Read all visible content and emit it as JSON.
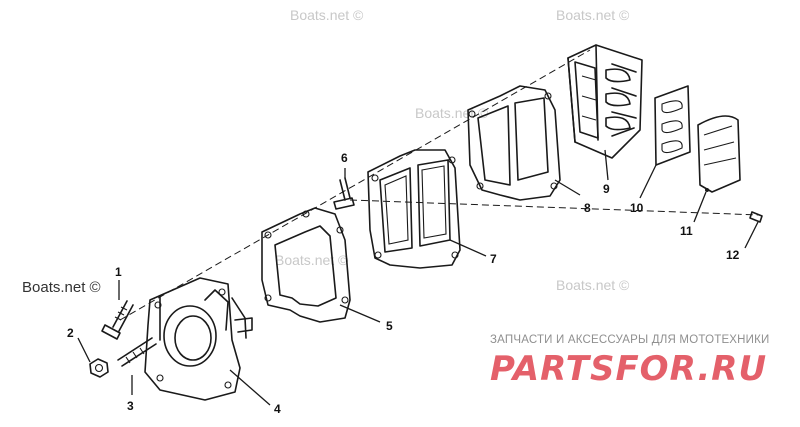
{
  "watermarks": {
    "top_left": "Boats.net ©",
    "top_center": "Boats.net ©",
    "top_right": "Boats.net ©",
    "middle_left": "Boats.net ©",
    "middle_center": "Boats.net ©",
    "middle_right": "Boats.net ©"
  },
  "brand": {
    "subtitle": "ЗАПЧАСТИ И АКСЕССУАРЫ ДЛЯ МОТОТЕХНИКИ",
    "name": "PARTSFOR.RU"
  },
  "callouts": [
    "1",
    "2",
    "3",
    "4",
    "5",
    "6",
    "7",
    "8",
    "9",
    "10",
    "11",
    "12"
  ],
  "colors": {
    "line": "#1a1a1a",
    "watermark": "#c8c8c8",
    "brand": "#e4606a"
  }
}
